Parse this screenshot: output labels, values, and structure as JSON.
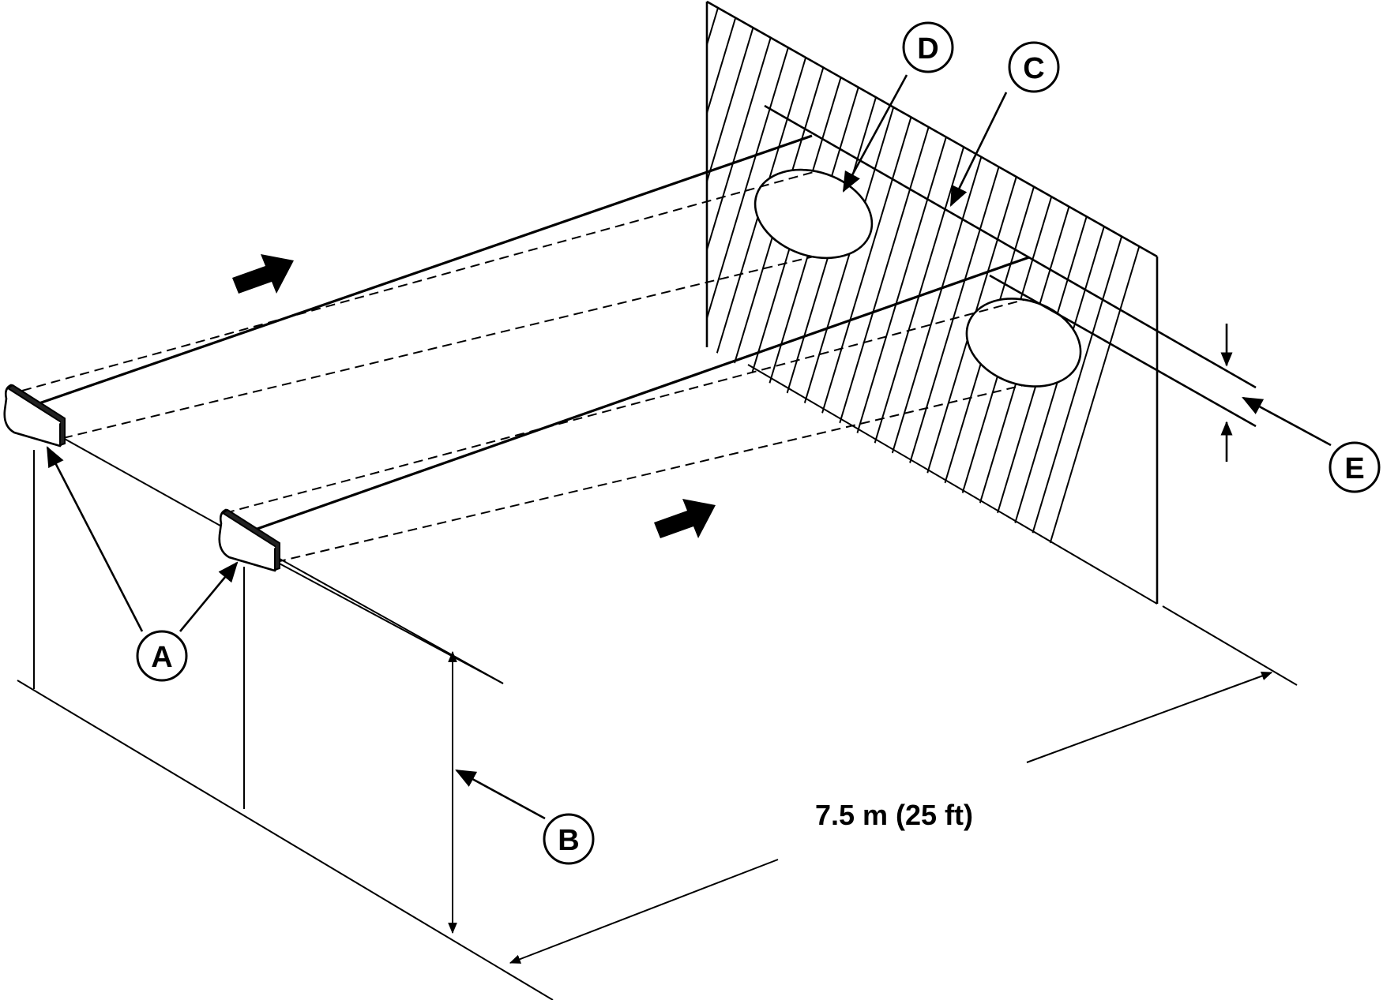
{
  "callouts": {
    "a": "A",
    "b": "B",
    "c": "C",
    "d": "D",
    "e": "E"
  },
  "distance_label": "7.5 m (25 ft)"
}
